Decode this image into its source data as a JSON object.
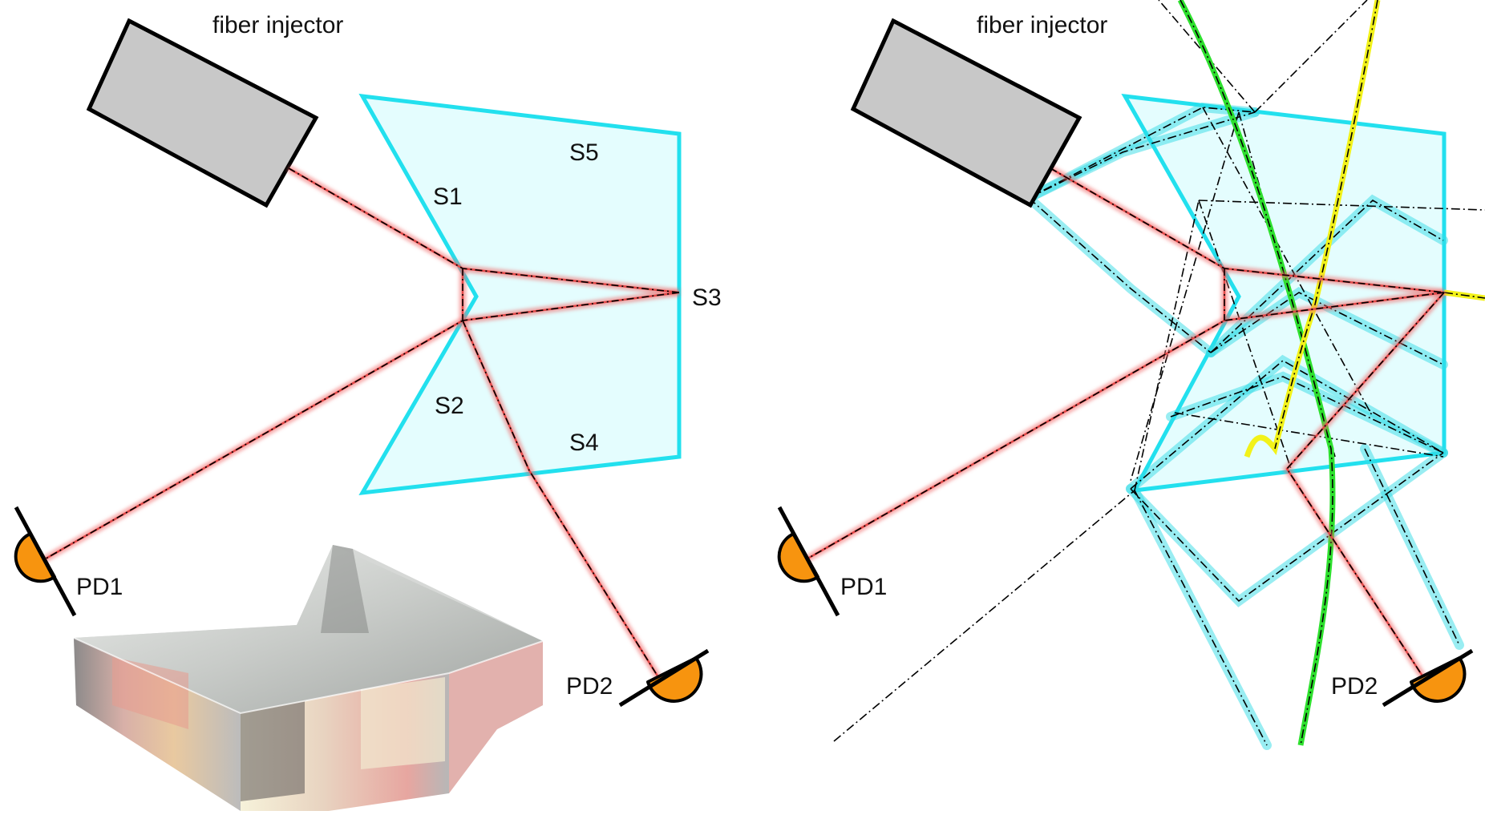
{
  "left_panel": {
    "source_label": "fiber injector",
    "surface_labels": {
      "s1": "S1",
      "s2": "S2",
      "s3": "S3",
      "s4": "S4",
      "s5": "S5"
    },
    "detector_labels": {
      "pd1": "PD1",
      "pd2": "PD2"
    }
  },
  "right_panel": {
    "source_label": "fiber injector",
    "detector_labels": {
      "pd1": "PD1",
      "pd2": "PD2"
    }
  },
  "colors": {
    "prism_edge": "#22e0ee",
    "prism_fill": "#e4fdfe",
    "beam_red": "#f06a6a",
    "beam_cyan": "#33dbe6",
    "beam_green": "#2ee02e",
    "beam_yellow": "#f2f21a",
    "detector": "#f7940f",
    "injector": "#c8c8c8",
    "dash": "#000000"
  },
  "icons": {
    "injector": "fiber-injector-box",
    "detector": "photodiode-half-disc",
    "photo": "glass-prism-photo"
  }
}
